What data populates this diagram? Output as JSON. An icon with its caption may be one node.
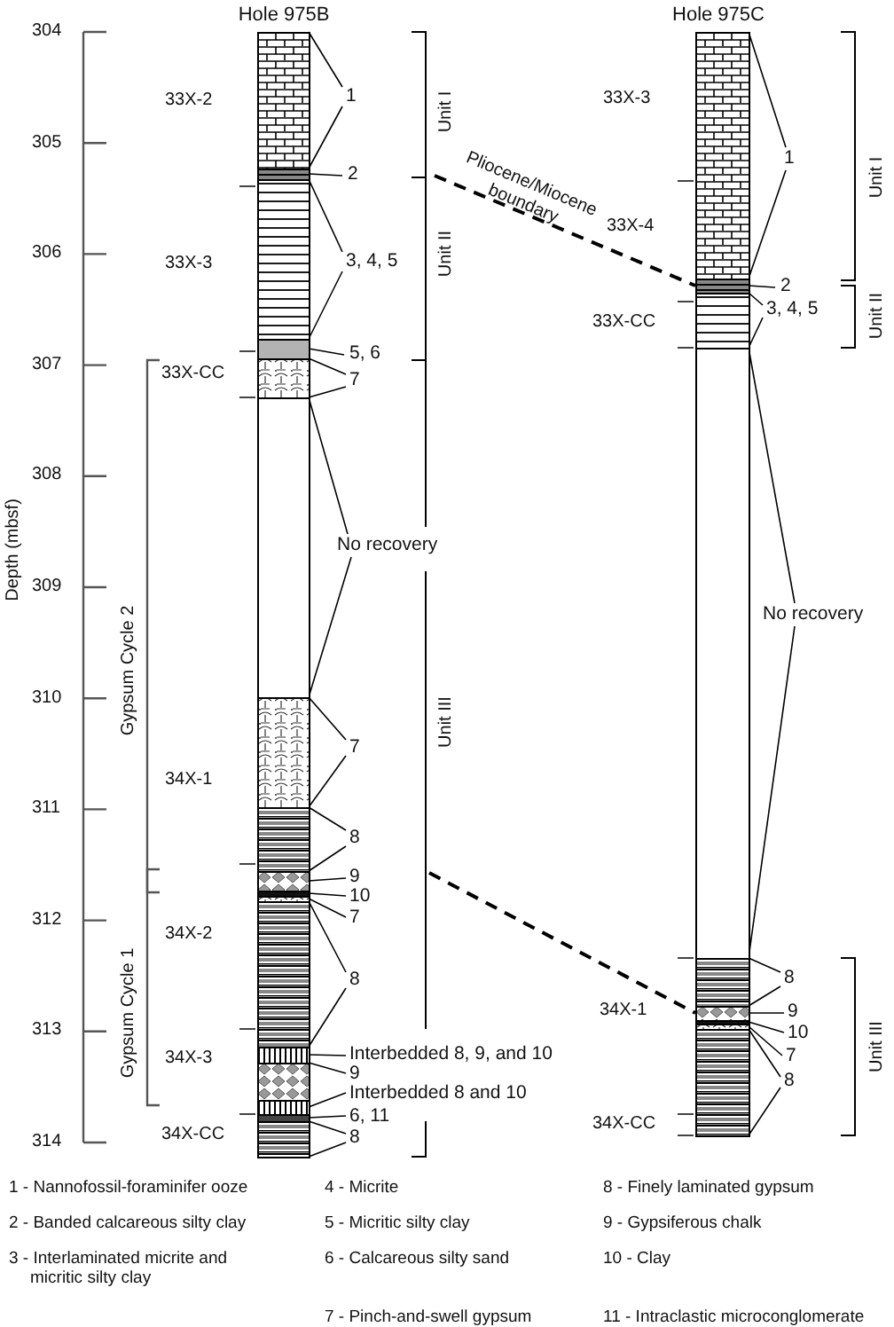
{
  "diagram": {
    "nodes": [
      {
        "text": [],
        "shape": "box"
      },
      {
        "text": [],
        "shape": "box"
      },
      {
        "text": [],
        "shape": "box"
      },
      {
        "text": [],
        "shape": "box"
      },
      {
        "text": [],
        "shape": "box"
      },
      {
        "text": [],
        "shape": "box"
      },
      {
        "text": [],
        "shape": "box"
      },
      {
        "text": [],
        "shape": "box"
      },
      {
        "text": [],
        "shape": "box"
      },
      {
        "text": [],
        "shape": "box"
      },
      {
        "text": [],
        "shape": "box"
      },
      {
        "text": [],
        "shape": "box"
      },
      {
        "text": [],
        "shape": "box"
      },
      {
        "text": [],
        "shape": "box"
      },
      {
        "text": [],
        "shape": "box"
      },
      {
        "text": [],
        "shape": "box"
      },
      {
        "text": [],
        "shape": "box"
      },
      {
        "text": [],
        "shape": "box"
      },
      {
        "text": [],
        "shape": "box"
      },
      {
        "text": [],
        "shape": "box"
      },
      {
        "text": [],
        "shape": "box"
      },
      {
        "text": [],
        "shape": "box"
      },
      {
        "text": [],
        "shape": "box"
      },
      {
        "text": [],
        "shape": "box"
      },
      {
        "text": [],
        "shape": "box"
      },
      {
        "text": [],
        "shape": "box"
      },
      {
        "text": [
          "1"
        ]
      },
      {
        "text": [
          "2"
        ]
      },
      {
        "text": [
          "3, 4, 5"
        ]
      },
      {
        "text": [
          "5, 6"
        ]
      },
      {
        "text": [
          "7"
        ]
      },
      {
        "text": [
          "No recovery"
        ]
      },
      {
        "text": [
          "7"
        ]
      },
      {
        "text": [
          "8"
        ]
      },
      {
        "text": [
          "9"
        ]
      },
      {
        "text": [
          "10"
        ]
      },
      {
        "text": [
          "7"
        ]
      },
      {
        "text": [
          "8"
        ]
      },
      {
        "text": [
          "Interbedded 8, 9, and 10"
        ]
      },
      {
        "text": [
          "9"
        ]
      },
      {
        "text": [
          "Interbedded 8 and 10"
        ]
      },
      {
        "text": [
          "6, 11"
        ]
      },
      {
        "text": [
          "8"
        ]
      },
      {
        "text": [
          "1"
        ]
      },
      {
        "text": [
          "2"
        ]
      },
      {
        "text": [
          "3, 4, 5"
        ]
      },
      {
        "text": [
          "No recovery"
        ]
      },
      {
        "text": [
          "8"
        ]
      },
      {
        "text": [
          "9"
        ]
      },
      {
        "text": [
          "10"
        ]
      },
      {
        "text": [
          "7"
        ]
      },
      {
        "text": [
          "8"
        ]
      }
    ],
    "edges": [
      {
        "from": 26,
        "to": 0,
        "arrow": "none"
      },
      {
        "from": 26,
        "to": 0,
        "arrow": "none"
      },
      {
        "from": 27,
        "to": 1,
        "arrow": "none"
      },
      {
        "from": 28,
        "to": 2,
        "arrow": "none"
      },
      {
        "from": 28,
        "to": 2,
        "arrow": "none"
      },
      {
        "from": 29,
        "to": 3,
        "arrow": "none"
      },
      {
        "from": 30,
        "to": 4,
        "arrow": "none"
      },
      {
        "from": 30,
        "to": 4,
        "arrow": "none"
      },
      {
        "from": 31,
        "to": 5,
        "arrow": "none"
      },
      {
        "from": 31,
        "to": 5,
        "arrow": "none"
      },
      {
        "from": 32,
        "to": 6,
        "arrow": "none"
      },
      {
        "from": 32,
        "to": 6,
        "arrow": "none"
      },
      {
        "from": 33,
        "to": 7,
        "arrow": "none"
      },
      {
        "from": 33,
        "to": 7,
        "arrow": "none"
      },
      {
        "from": 34,
        "to": 8,
        "arrow": "none"
      },
      {
        "from": 35,
        "to": 9,
        "arrow": "none"
      },
      {
        "from": 36,
        "to": 10,
        "arrow": "none"
      },
      {
        "from": 37,
        "to": 11,
        "arrow": "none"
      },
      {
        "from": 37,
        "to": 11,
        "arrow": "none"
      },
      {
        "from": 38,
        "to": 12,
        "arrow": "none"
      },
      {
        "from": 39,
        "to": 13,
        "arrow": "none"
      },
      {
        "from": 40,
        "to": 14,
        "arrow": "none"
      },
      {
        "from": 41,
        "to": 15,
        "arrow": "none"
      },
      {
        "from": 42,
        "to": 16,
        "arrow": "none"
      },
      {
        "from": 42,
        "to": 16,
        "arrow": "none"
      },
      {
        "from": 43,
        "to": 17,
        "arrow": "none"
      },
      {
        "from": 43,
        "to": 17,
        "arrow": "none"
      },
      {
        "from": 44,
        "to": 18,
        "arrow": "none"
      },
      {
        "from": 45,
        "to": 19,
        "arrow": "none"
      },
      {
        "from": 45,
        "to": 19,
        "arrow": "none"
      },
      {
        "from": 46,
        "to": 20,
        "arrow": "none"
      },
      {
        "from": 46,
        "to": 20,
        "arrow": "none"
      },
      {
        "from": 47,
        "to": 21,
        "arrow": "none"
      },
      {
        "from": 47,
        "to": 21,
        "arrow": "none"
      },
      {
        "from": 48,
        "to": 22,
        "arrow": "none"
      },
      {
        "from": 49,
        "to": 23,
        "arrow": "none"
      },
      {
        "from": 50,
        "to": 24,
        "arrow": "none"
      },
      {
        "from": 51,
        "to": 25,
        "arrow": "none"
      },
      {
        "from": 51,
        "to": 25,
        "arrow": "none"
      },
      {
        "from": null,
        "to": 18,
        "arrow": "none",
        "style": "dashed",
        "label": "Pliocene/Miocene boundary"
      },
      {
        "from": null,
        "to": 22,
        "arrow": "none",
        "style": "dashed"
      }
    ],
    "labels": [
      "Hole 975B",
      "Hole 975C",
      "304",
      "305",
      "306",
      "307",
      "308",
      "309",
      "310",
      "311",
      "312",
      "313",
      "314",
      "Depth (mbsf)",
      "Gypsum Cycle 2",
      "Gypsum Cycle 1",
      "33X-2",
      "33X-3",
      "33X-CC",
      "34X-1",
      "34X-2",
      "34X-3",
      "34X-CC",
      "Unit I",
      "Unit II",
      "Unit III",
      "33X-3",
      "33X-4",
      "33X-CC",
      "34X-1",
      "34X-CC",
      "Unit I",
      "Unit II",
      "Unit III",
      "1 - Nannofossil-foraminifer ooze",
      "2 - Banded calcareous silty clay",
      "3 - Interlaminated micrite and micritic silty clay",
      "4 - Micrite",
      "5 - Micritic silty clay",
      "6 - Calcareous silty sand",
      "7 - Pinch-and-swell gypsum",
      "8 - Finely laminated gypsum",
      "9 - Gypsiferous chalk",
      "10 - Clay",
      "11 - Intraclastic microconglomerate"
    ]
  }
}
